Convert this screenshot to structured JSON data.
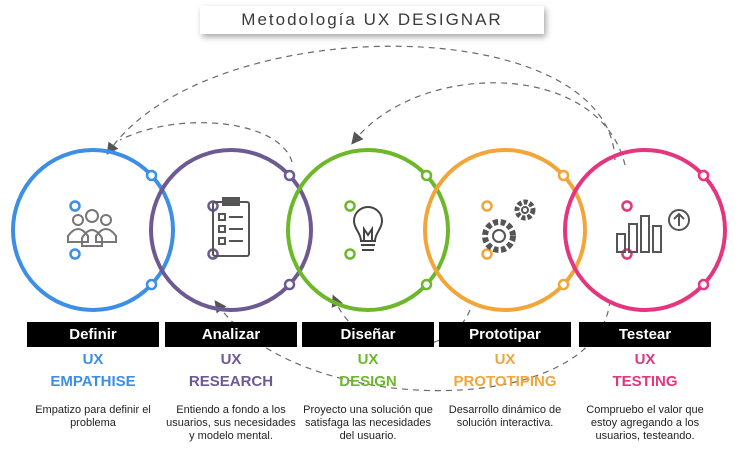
{
  "title": "Metodología UX DESIGNAR",
  "steps": [
    {
      "label": "Definir",
      "ux": "UX",
      "name": "EMPATHISE",
      "color": "#3d8fe6",
      "icon": "users-icon",
      "description": "Empatizo para definir el problema"
    },
    {
      "label": "Analizar",
      "ux": "UX",
      "name": "RESEARCH",
      "color": "#6e5a93",
      "icon": "clipboard-icon",
      "description": "Entiendo a fondo a los usuarios, sus necesidades y modelo mental."
    },
    {
      "label": "Diseñar",
      "ux": "UX",
      "name": "DESIGN",
      "color": "#6db82a",
      "icon": "lightbulb-icon",
      "description": "Proyecto una solución que satisfaga las necesidades del usuario."
    },
    {
      "label": "Prototipar",
      "ux": "UX",
      "name": "PROTOTIPING",
      "color": "#f2a63a",
      "icon": "gears-icon",
      "description": "Desarrollo dinámico de solución interactiva."
    },
    {
      "label": "Testear",
      "ux": "UX",
      "name": "TESTING",
      "color": "#e4357e",
      "icon": "chart-icon",
      "description": "Compruebo el valor que estoy agregando a los usuarios, testeando."
    }
  ]
}
